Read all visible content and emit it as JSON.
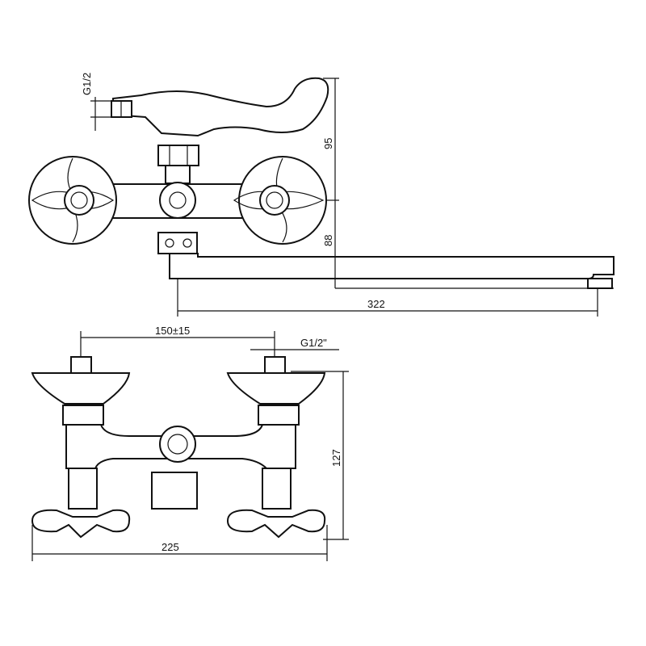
{
  "title": "Wall-mounted mixer tap technical drawing",
  "dimensions": {
    "inlet_top": "G1/2",
    "height_upper": "95",
    "height_lower": "88",
    "spout_length": "322",
    "centers": "150±15",
    "inlet_front": "G1/2\"",
    "height_front": "127",
    "width_front": "225"
  }
}
